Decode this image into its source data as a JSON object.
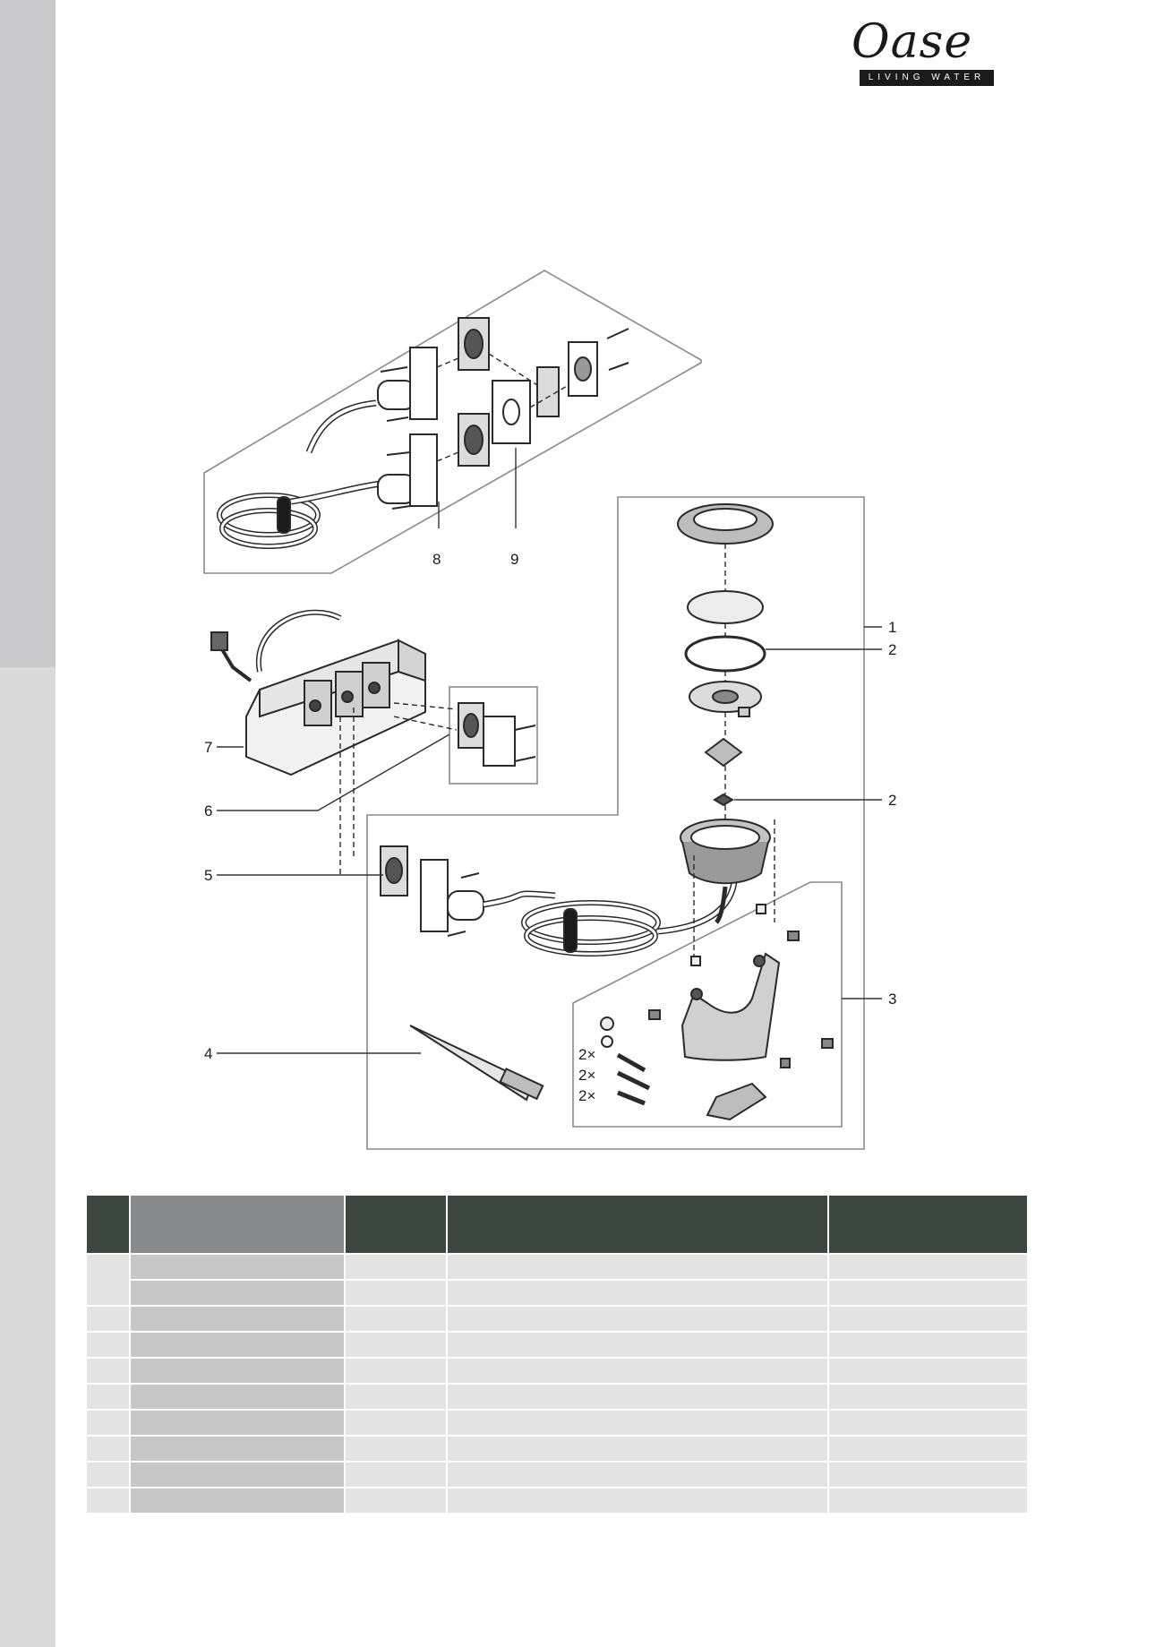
{
  "brand": {
    "name": "Oase",
    "tagline": "LIVING WATER"
  },
  "callouts": {
    "c1": "1",
    "c2a": "2",
    "c2b": "2",
    "c3": "3",
    "c4": "4",
    "c5": "5",
    "c6": "6",
    "c7": "7",
    "c8": "8",
    "c9": "9"
  },
  "quantities": {
    "q1": "2×",
    "q2": "2×",
    "q3": "2×"
  },
  "table": {
    "header": [
      "",
      "",
      "",
      "",
      ""
    ],
    "rows": 10
  }
}
